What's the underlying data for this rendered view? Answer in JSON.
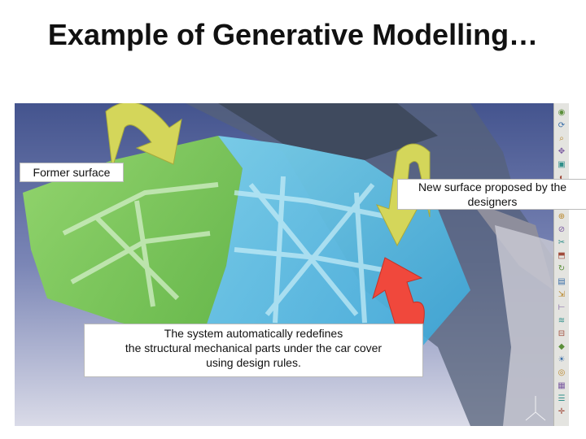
{
  "slide": {
    "title": "Example of Generative Modelling…"
  },
  "callouts": {
    "former_surface": "Former surface",
    "new_surface_line1": "New surface proposed by the",
    "new_surface_line2": "designers",
    "system_line1": "The system automatically redefines",
    "system_line2": "the structural mechanical parts under the  car cover",
    "system_line3": "using design rules."
  },
  "colors": {
    "viewport_top": "#4a5a94",
    "viewport_bottom": "#dcdce8",
    "former_surface": "#7fd34e",
    "new_surface": "#59c6e6",
    "arrow_yellow": "#d4d65a",
    "arrow_red": "#f0483c"
  },
  "toolbar": {
    "icons": [
      "view-icon",
      "rotate-icon",
      "zoom-icon",
      "pan-icon",
      "fit-icon",
      "render-icon",
      "surface-icon",
      "curve-icon",
      "join-icon",
      "split-icon",
      "trim-icon",
      "extrude-icon",
      "sweep-icon",
      "fill-icon",
      "offset-icon",
      "measure-icon",
      "analysis-icon",
      "section-icon",
      "material-icon",
      "light-icon",
      "camera-icon",
      "scene-icon",
      "layer-icon",
      "compass-icon"
    ]
  }
}
